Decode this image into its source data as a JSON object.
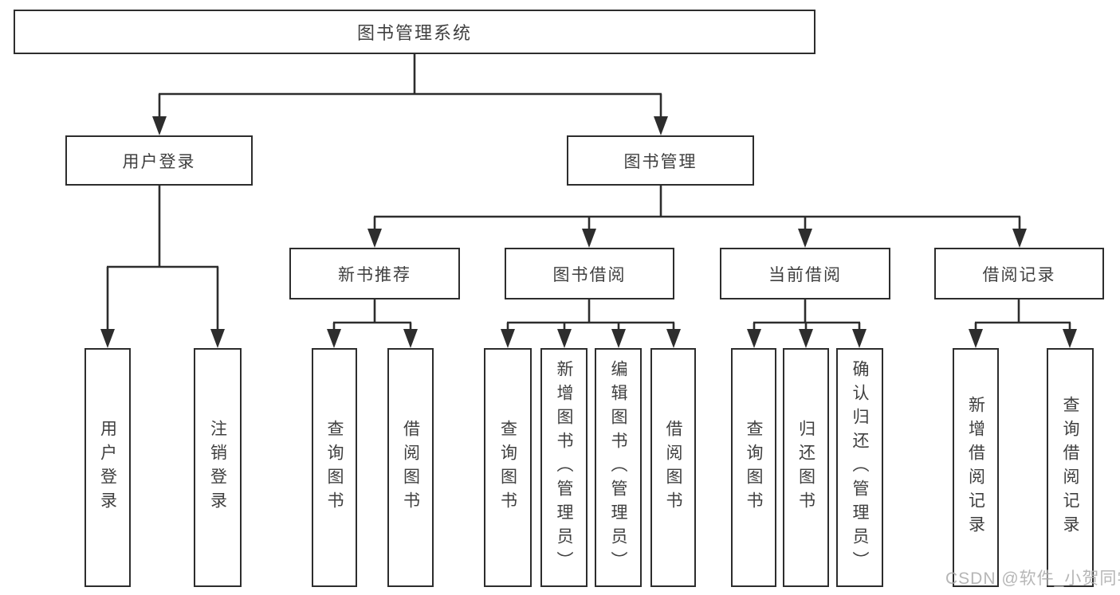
{
  "colors": {
    "line": "#2d2d2d",
    "box_border": "#2d2d2d",
    "text": "#3f3f3f",
    "background": "#ffffff",
    "watermark": "#b0b0b0"
  },
  "tree": {
    "root": {
      "label": "图书管理系统",
      "children": [
        {
          "label": "用户登录",
          "children": [
            {
              "label": "用户登录"
            },
            {
              "label": "注销登录"
            }
          ]
        },
        {
          "label": "图书管理",
          "children": [
            {
              "label": "新书推荐",
              "children": [
                {
                  "label": "查询图书"
                },
                {
                  "label": "借阅图书"
                }
              ]
            },
            {
              "label": "图书借阅",
              "children": [
                {
                  "label": "查询图书"
                },
                {
                  "label": "新增图书（管理员）"
                },
                {
                  "label": "编辑图书（管理员）"
                },
                {
                  "label": "借阅图书"
                }
              ]
            },
            {
              "label": "当前借阅",
              "children": [
                {
                  "label": "查询图书"
                },
                {
                  "label": "归还图书"
                },
                {
                  "label": "确认归还（管理员）"
                }
              ]
            },
            {
              "label": "借阅记录",
              "children": [
                {
                  "label": "新增借阅记录"
                },
                {
                  "label": "查询借阅记录"
                }
              ]
            }
          ]
        }
      ]
    }
  },
  "watermark": {
    "text": "CSDN @软件_小贺同学"
  }
}
